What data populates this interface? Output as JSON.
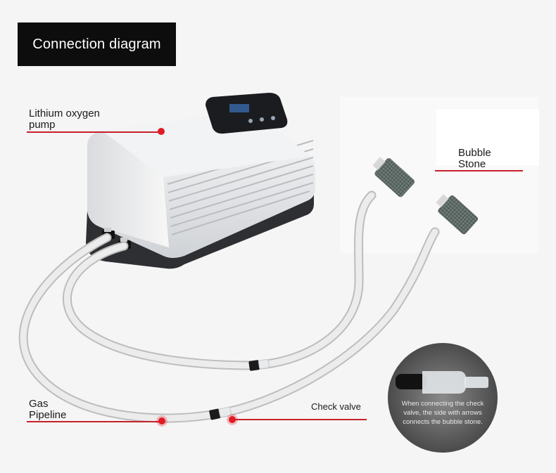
{
  "title": "Connection diagram",
  "labels": {
    "pump": [
      "Lithium oxygen",
      "pump"
    ],
    "stone": [
      "Bubble",
      "Stone"
    ],
    "pipeline": [
      "Gas",
      "Pipeline"
    ],
    "valve": "Check valve"
  },
  "note": [
    "When connecting the check",
    "valve, the side with arrows",
    "connects the bubble stone."
  ],
  "colors": {
    "title_bg": "#0d0d0d",
    "leader": "#c8202a",
    "marker": "#e01b24",
    "tube": "#e9e9e9",
    "stone": "#5e6a66"
  }
}
